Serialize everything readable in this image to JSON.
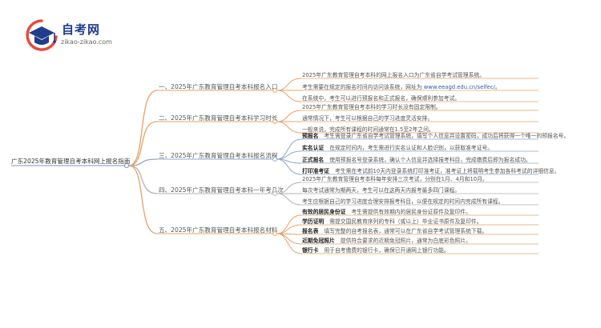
{
  "logo": {
    "title": "自考网",
    "subtitle": "zikao-zikao.com",
    "icon": "graduation-cap-icon",
    "colors": {
      "primary": "#1f3d8a",
      "accent": "#e84a3a"
    }
  },
  "mindmap": {
    "root": "广东2025年教育管理自考本科网上报名指南",
    "branches": [
      {
        "label": "一、2025年广东教育管理自考本科报名入口",
        "color": "#e9a067",
        "leaves": [
          {
            "text": "2025年广东教育管理自考本科的网上报名入口为广东省自学考试管理系统。"
          },
          {
            "text": "考生需要在规定的报名时间内访问该系统，网址为 ",
            "link": "www.eeagd.edu.cn/selfec/",
            "tail": "。"
          },
          {
            "text": "在系统中，考生可以进行预报名和正式报名，确保顺利参加考试。"
          }
        ]
      },
      {
        "label": "二、2025年广东教育管理自考本科学习时长",
        "color": "#e9a067",
        "leaves": [
          {
            "text": "2025年广东教育管理自考本科的学习时长没有固定限制。"
          },
          {
            "text": "通常情况下，考生可以根据自己的学习进度灵活安排。"
          },
          {
            "text": "一般来说，完成所有课程的时间通常在1.5至2年之间。"
          }
        ]
      },
      {
        "label": "三、2025年广东教育管理自考本科报名流程",
        "color": "#8fa8c8",
        "leaves": [
          {
            "tag": "预报名",
            "text": "考生需登录广东省自学考试管理系统，填写个人信息并设置密码，成功后将获得一个唯一的预报名号。"
          },
          {
            "tag": "实名认证",
            "text": "在规定时间内，考生需进行实名认证和人脸识别，以获取准考证号。"
          },
          {
            "tag": "正式报名",
            "text": "使用预报名号登录系统，确认个人信息并选择报考科目，完成缴费后即为报名成功。"
          },
          {
            "tag": "打印准考证",
            "text": "考生需在考试前10天内登录系统打印准考证，准考证上将载明考生参加各科考试的详细信息。"
          }
        ]
      },
      {
        "label": "四、2025年广东教育管理自考本科一年考几次",
        "color": "#b2b2b2",
        "leaves": [
          {
            "text": "2025年广东教育管理自考本科每年安排三次考试，分别在1月、4月和10月。"
          },
          {
            "text": "每次考试通常为期两天，考生可以在这两天内报考最多四门课程。"
          },
          {
            "text": "考生应根据自己的学习进度合理安排报考科目，以便在规定的时间内完成所有课程。"
          }
        ]
      },
      {
        "label": "五、2025年广东教育管理自考本科报名材料",
        "color": "#e9a067",
        "leaves": [
          {
            "tag": "有效的居民身份证",
            "text": "考生需提供有效期内的居民身份证原件及复印件。"
          },
          {
            "tag": "学历证明",
            "text": "需提交国民教育序列的专科（或以上）毕业证书原件及复印件。"
          },
          {
            "tag": "报名表",
            "text": "填写完整的自考报名表，通常可以在广东省自学考试管理系统下载。"
          },
          {
            "tag": "近期免冠照片",
            "text": "提供符合要求的近期免冠照片，通常为白底彩色照片。"
          },
          {
            "tag": "银行卡",
            "text": "用于自考缴费的银行卡，确保已开通网上银行功能。"
          }
        ]
      }
    ]
  }
}
